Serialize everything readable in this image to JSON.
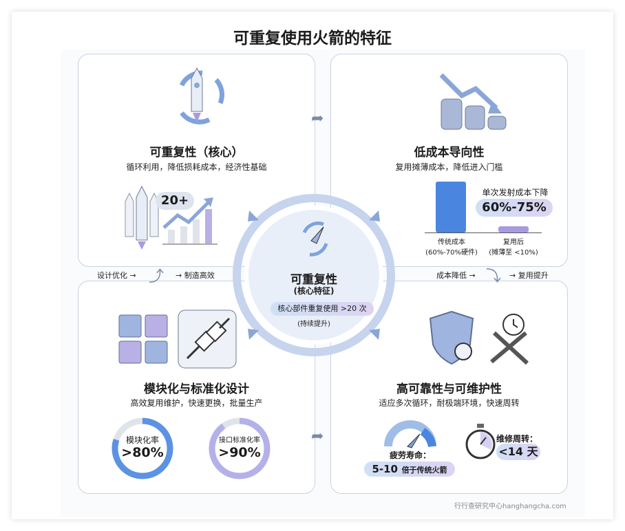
{
  "title": "可重复使用火箭的特征",
  "center": {
    "title": "可重复性",
    "subtitle": "(核心特征)",
    "highlight": "核心部件重复使用 >20 次",
    "note": "(持续提升)"
  },
  "quadrants": {
    "top_left": {
      "heading": "可重复性（核心）",
      "subtitle": "循环利用，降低损耗成本，经济性基础",
      "badge": "20+"
    },
    "top_right": {
      "heading": "低成本导向性",
      "subtitle": "复用摊薄成本，降低进入门槛",
      "callout_label": "单次发射成本下降",
      "callout_value": "60%-75%",
      "bars": [
        {
          "label": "传统成本",
          "note": "(60%-70%硬件)",
          "value": 100
        },
        {
          "label": "复用后",
          "note": "(摊薄至 <10%)",
          "value": 10
        }
      ]
    },
    "bottom_left": {
      "heading": "模块化与标准化设计",
      "subtitle": "高效复用维护，快速更换，批量生产",
      "rings": [
        {
          "label": "模块化率",
          "value": ">80%",
          "fraction": 0.8
        },
        {
          "label": "接口标准化率",
          "value": ">90%",
          "fraction": 0.9
        }
      ]
    },
    "bottom_right": {
      "heading": "高可靠性与可维护性",
      "subtitle": "适应多次循环，耐极端环境，快速周转",
      "fatigue_label": "疲劳寿命：",
      "fatigue_value": "5-10",
      "fatigue_suffix": "倍于传统火箭",
      "turnaround_label": "维修周转：",
      "turnaround_value": "<14 天"
    }
  },
  "flows": {
    "left_a": "设计优化 →",
    "left_b": "→ 制造高效",
    "right_a": "成本降低 →",
    "right_b": "→ 复用提升"
  },
  "watermark": "行行查研究中心hanghangcha.com",
  "colors": {
    "accent_blue": "#4a86e0",
    "accent_purple": "#a99ae0",
    "border": "#c9d2e2"
  }
}
